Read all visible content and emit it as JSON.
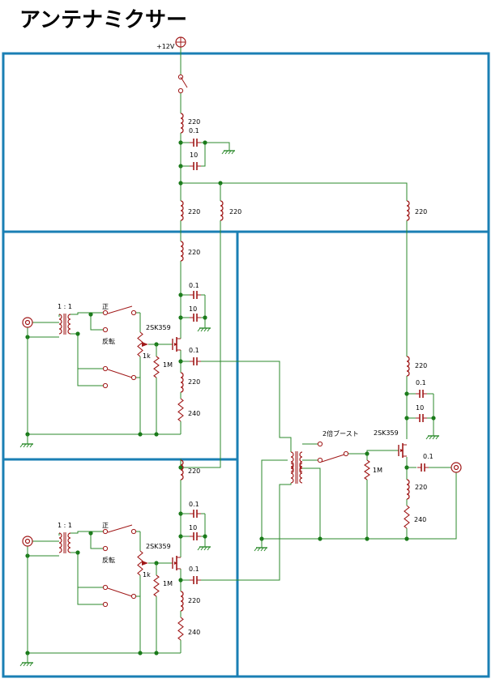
{
  "title": "アンテナミクサー",
  "colors": {
    "box": "#1a7fb4",
    "wire": "#2b8a2b",
    "component": "#a01818",
    "node": "#1a7a1a"
  },
  "labels": {
    "supply": "+12V",
    "ind220": "220",
    "cap01": "0.1",
    "cap10": "10",
    "res240": "240",
    "res1M": "1M",
    "pot1k": "1k",
    "fet": "2SK359",
    "ratio": "1 : 1",
    "pos": "正",
    "rev": "反転",
    "boost": "2倍ブースト"
  }
}
